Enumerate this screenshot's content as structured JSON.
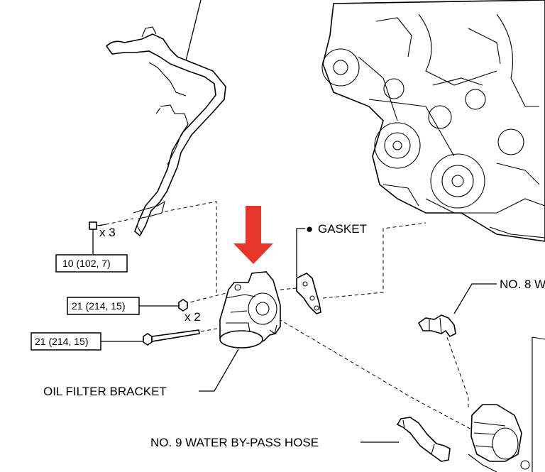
{
  "labels": {
    "gasket": "GASKET",
    "gasket_marker": "●",
    "oil_filter_bracket": "OIL FILTER BRACKET",
    "no8_hose": "NO. 8 W",
    "no9_hose": "NO. 9 WATER BY-PASS HOSE"
  },
  "quantities": {
    "bolt_upper": "x 3",
    "nut": "x 2"
  },
  "torque_specs": {
    "bolt_upper": "10 (102, 7)",
    "nut": "21 (214, 15)",
    "stud_bolt": "21 (214, 15)"
  },
  "colors": {
    "arrow": "#e8352b",
    "line": "#000000",
    "background": "#ffffff"
  }
}
